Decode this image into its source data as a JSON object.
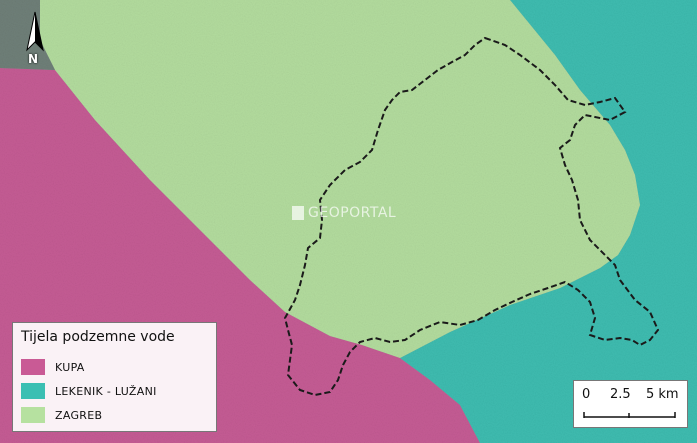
{
  "legend": {
    "title": "Tijela podzemne vode",
    "items": [
      {
        "label": "KUPA",
        "color": "#c95a95"
      },
      {
        "label": "LEKENIK - LUŽANI",
        "color": "#3bbfb3"
      },
      {
        "label": "ZAGREB",
        "color": "#b6e1a0"
      }
    ]
  },
  "scalebar": {
    "ticks": [
      "0",
      "2.5",
      "5 km"
    ]
  },
  "north": {
    "label": "N",
    "icon": "north-arrow-icon"
  },
  "watermark": {
    "text": "GEOPORTAL"
  },
  "colors": {
    "kupa": "#c95a95",
    "lekenik": "#3bbfb3",
    "zagreb": "#b6e1a0",
    "boundary": "#1a1a1a",
    "basemap": "#7a8a82"
  }
}
